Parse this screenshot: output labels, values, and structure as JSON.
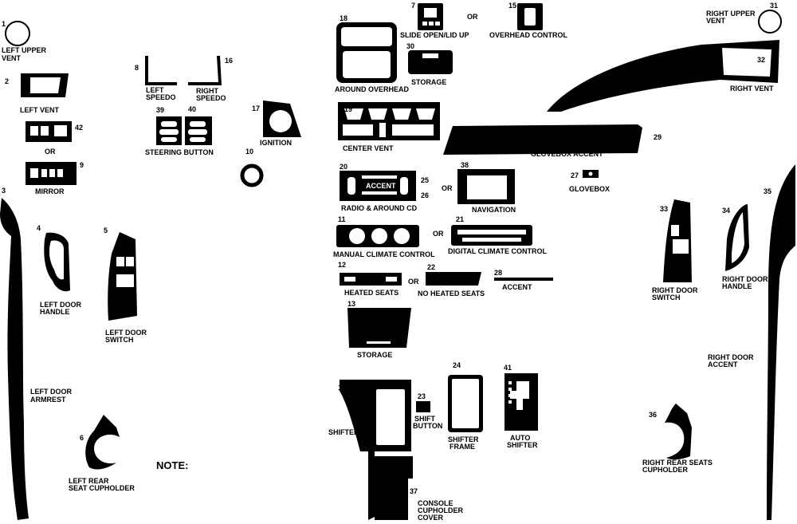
{
  "colors": {
    "piece": "#000000",
    "background": "#ffffff",
    "cutout": "#ffffff"
  },
  "parts": {
    "p1": {
      "num": "1",
      "label": "LEFT UPPER",
      "label2": "VENT"
    },
    "p2": {
      "num": "2",
      "label": "LEFT VENT"
    },
    "p42": {
      "num": "42"
    },
    "or_mirror": "OR",
    "p9": {
      "num": "9",
      "label": "MIRROR"
    },
    "p3": {
      "num": "3",
      "label": "LEFT DOOR",
      "label2": "ARMREST"
    },
    "p4": {
      "num": "4",
      "label": "LEFT DOOR",
      "label2": "HANDLE"
    },
    "p5": {
      "num": "5",
      "label": "LEFT DOOR",
      "label2": "SWITCH"
    },
    "p6": {
      "num": "6",
      "label": "LEFT REAR",
      "label2": "SEAT CUPHOLDER"
    },
    "p8": {
      "num": "8",
      "label": "LEFT",
      "label2": "SPEEDO"
    },
    "p16": {
      "num": "16",
      "label": "RIGHT",
      "label2": "SPEEDO"
    },
    "p39": {
      "num": "39"
    },
    "p40": {
      "num": "40"
    },
    "steering": "STEERING BUTTON",
    "p17": {
      "num": "17",
      "label": "IGNITION"
    },
    "p10": {
      "num": "10"
    },
    "note": "NOTE:",
    "p18": {
      "num": "18",
      "label": "AROUND OVERHEAD"
    },
    "p7": {
      "num": "7",
      "label": "SLIDE OPEN/LID UP"
    },
    "or_overhead": "OR",
    "p15": {
      "num": "15",
      "label": "OVERHEAD CONTROL"
    },
    "p30": {
      "num": "30",
      "label": "STORAGE"
    },
    "p19": {
      "num": "19",
      "label": "CENTER VENT"
    },
    "p20": {
      "num": "20"
    },
    "p25": {
      "num": "25"
    },
    "p26": {
      "num": "26"
    },
    "accent_inner": "ACCENT",
    "radio": "RADIO & AROUND CD",
    "or_nav": "OR",
    "p38": {
      "num": "38",
      "label": "NAVIGATION"
    },
    "p11": {
      "num": "11",
      "label": "MANUAL CLIMATE CONTROL"
    },
    "or_climate": "OR",
    "p21": {
      "num": "21",
      "label": "DIGITAL  CLIMATE CONTROL"
    },
    "p12": {
      "num": "12",
      "label": "HEATED SEATS"
    },
    "or_seats": "OR",
    "p22": {
      "num": "22",
      "label": "NO HEATED SEATS"
    },
    "p28": {
      "num": "28",
      "label": "ACCENT"
    },
    "p13": {
      "num": "13",
      "label": "STORAGE"
    },
    "p14": {
      "num": "14",
      "label": "SHIFTER"
    },
    "p23": {
      "num": "23",
      "label": "SHIFT",
      "label2": "BUTTON"
    },
    "p24": {
      "num": "24",
      "label": "SHIFTER",
      "label2": "FRAME"
    },
    "p41": {
      "num": "41",
      "label": "AUTO",
      "label2": "SHIFTER"
    },
    "p37": {
      "num": "37",
      "label": "CONSOLE",
      "label2": "CUPHOLDER",
      "label3": "COVER"
    },
    "p31": {
      "num": "31",
      "label": "RIGHT UPPER",
      "label2": "VENT"
    },
    "p32": {
      "num": "32",
      "label": "RIGHT VENT"
    },
    "p29": {
      "num": "29",
      "label": "GLOVEBOX ACCENT"
    },
    "p27": {
      "num": "27",
      "label": "GLOVEBOX"
    },
    "p33": {
      "num": "33",
      "label": "RIGHT DOOR",
      "label2": "SWITCH"
    },
    "p34": {
      "num": "34",
      "label": "RIGHT DOOR",
      "label2": "HANDLE"
    },
    "p35": {
      "num": "35",
      "label": "RIGHT DOOR",
      "label2": "ACCENT"
    },
    "p36": {
      "num": "36",
      "label": "RIGHT REAR SEATS",
      "label2": "CUPHOLDER"
    }
  }
}
